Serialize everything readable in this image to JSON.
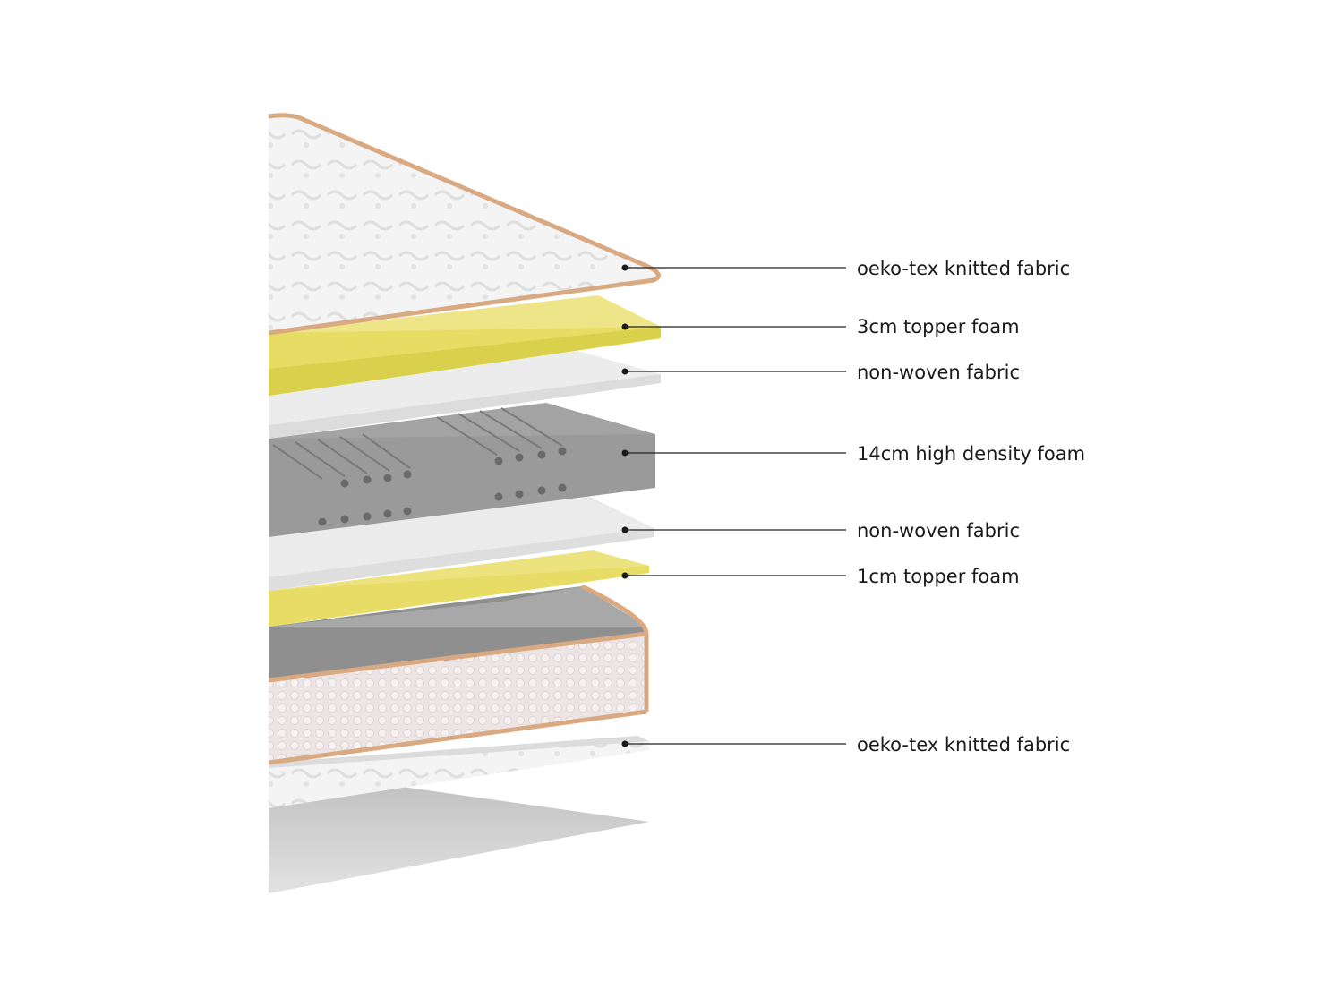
{
  "diagram": {
    "layers": [
      {
        "label": "oeko-tex knitted fabric"
      },
      {
        "label": "3cm topper foam"
      },
      {
        "label": "non-woven fabric"
      },
      {
        "label": "14cm high density foam"
      },
      {
        "label": "non-woven fabric"
      },
      {
        "label": "1cm topper foam"
      },
      {
        "label": "oeko-tex knitted fabric"
      }
    ],
    "colors": {
      "knitted": "#f3f3f3",
      "piping": "#d9a982",
      "foam_yellow": "#ece37e",
      "foam_yellow_face": "#d7cf52",
      "nonwoven": "#ebebeb",
      "hd_foam": "#9d9d9d",
      "hd_foam_face": "#8a8a8a",
      "base_side": "#ece4e4"
    }
  }
}
